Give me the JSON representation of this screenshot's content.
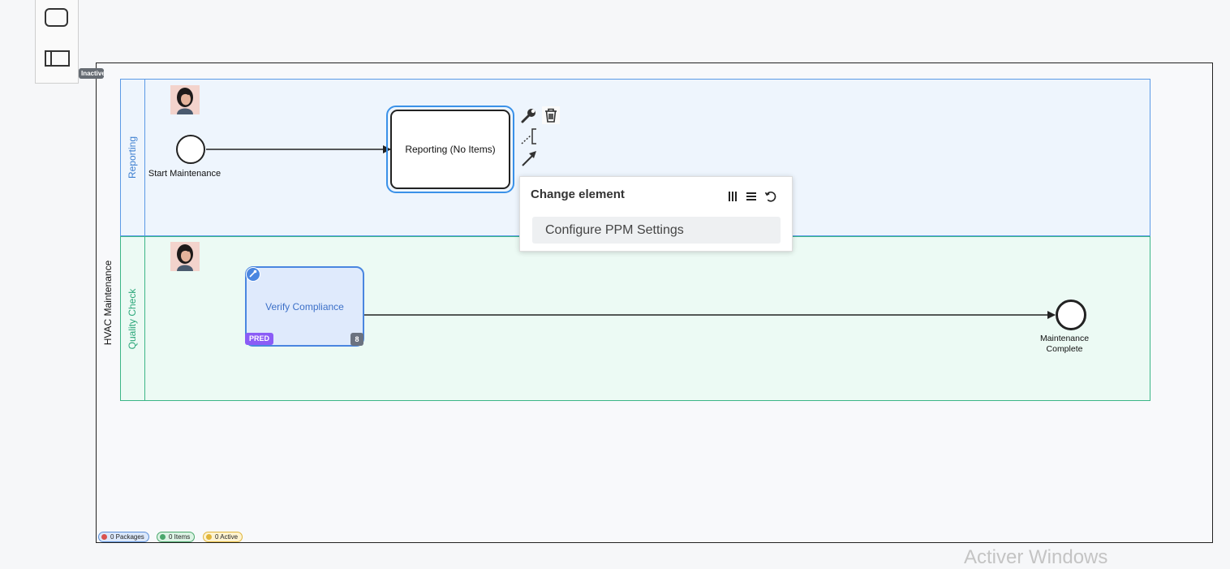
{
  "palette": {
    "task_tool": "task-tool",
    "pool_tool": "pool-tool"
  },
  "pool": {
    "label": "HVAC Maintenance",
    "status_badge": "Inactive"
  },
  "lanes": [
    {
      "label": "Reporting",
      "color": "#5b9ae6"
    },
    {
      "label": "Quality Check",
      "color": "#3cb687"
    }
  ],
  "events": {
    "start": {
      "label": "Start Maintenance"
    },
    "end": {
      "label_line1": "Maintenance",
      "label_line2": "Complete"
    }
  },
  "tasks": {
    "reporting": {
      "label": "Reporting (No Items)"
    },
    "verify": {
      "label": "Verify Compliance",
      "badge": "PRED",
      "count": "8"
    }
  },
  "context_pad": [
    "wrench-icon",
    "trash-icon",
    "text-annotation-icon",
    "connect-arrow-icon"
  ],
  "popup": {
    "title": "Change element",
    "items": [
      "Configure PPM Settings"
    ]
  },
  "status": {
    "packages": "0 Packages",
    "items": "0 Items",
    "active": "0 Active"
  },
  "watermark": "Activer Windows",
  "colors": {
    "selection": "#3a91e8",
    "task_fill": "#dfeafc",
    "pred_badge": "#8b5cf6"
  }
}
